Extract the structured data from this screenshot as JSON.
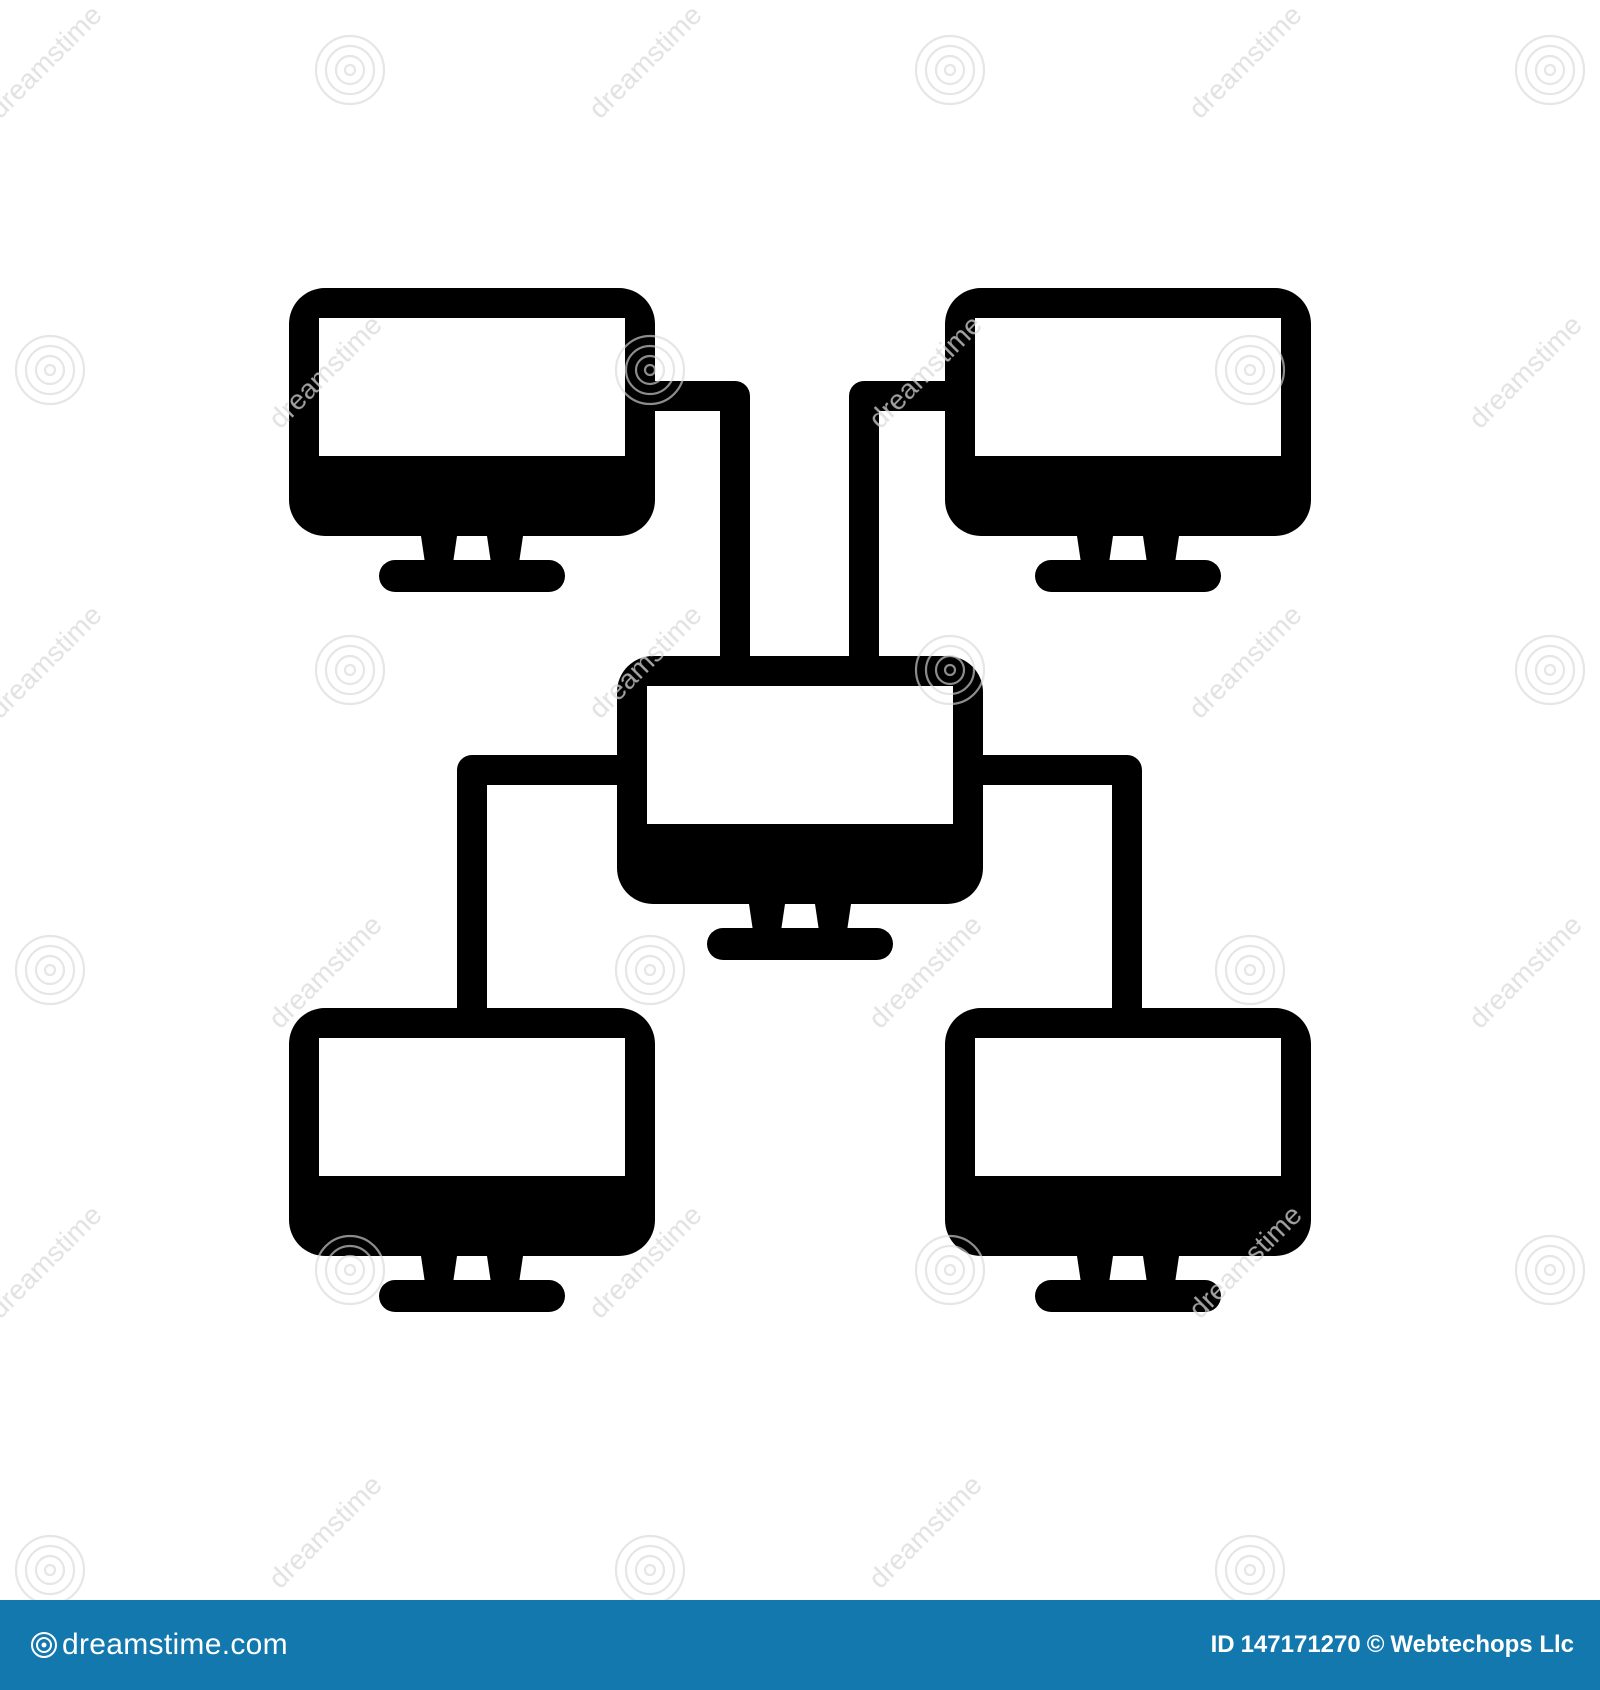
{
  "image": {
    "subject": "network",
    "nodes": [
      "monitor",
      "monitor",
      "monitor",
      "monitor",
      "monitor"
    ],
    "connections": [
      [
        "center",
        "top-left"
      ],
      [
        "center",
        "top-right"
      ],
      [
        "center",
        "bottom-left"
      ],
      [
        "center",
        "bottom-right"
      ]
    ],
    "colors": {
      "foreground": "#000000",
      "background": "#ffffff",
      "footer": "#1278ad",
      "watermark": "#d8d8d8"
    }
  },
  "watermark": {
    "text": "dreamstime"
  },
  "footer": {
    "brand": "dreamstime.com",
    "id_label": "ID",
    "id_value": "147171270",
    "copyright_symbol": "©",
    "author": "Webtechops Llc"
  },
  "icons": {
    "logo": "dreamstime-logo-icon",
    "node": "monitor-icon"
  }
}
